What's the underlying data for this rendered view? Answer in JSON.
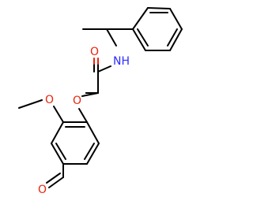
{
  "molecule": {
    "atoms": {
      "amide_nitrogen": "NH",
      "carbonyl_oxygen": "O",
      "ether_oxygen": "O",
      "methoxy_oxygen": "O",
      "aldehyde_oxygen": "O"
    },
    "colors": {
      "bond": "#000000",
      "oxygen": "#e8240f",
      "nitrogen": "#2c2cff",
      "background": "#ffffff"
    }
  }
}
